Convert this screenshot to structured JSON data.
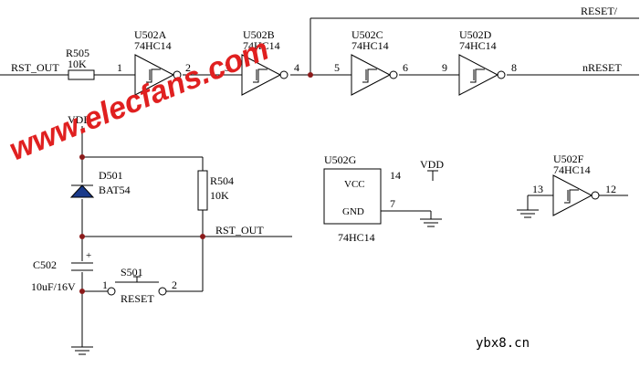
{
  "labels": {
    "rst_out_in": "RST_OUT",
    "rst_out_net": "RST_OUT",
    "reset_bar": "RESET/",
    "nreset": "nRESET",
    "vdd_left": "VDD",
    "vdd_right": "VDD"
  },
  "components": {
    "r505": {
      "ref": "R505",
      "value": "10K"
    },
    "u502a": {
      "ref": "U502A",
      "part": "74HC14",
      "pin_in": "1",
      "pin_out": "2"
    },
    "u502b": {
      "ref": "U502B",
      "part": "74HC14",
      "pin_in": "3",
      "pin_out": "4"
    },
    "u502c": {
      "ref": "U502C",
      "part": "74HC14",
      "pin_in": "5",
      "pin_out": "6"
    },
    "u502d": {
      "ref": "U502D",
      "part": "74HC14",
      "pin_in": "9",
      "pin_out": "8"
    },
    "u502f": {
      "ref": "U502F",
      "part": "74HC14",
      "pin_in": "13",
      "pin_out": "12"
    },
    "u502g": {
      "ref": "U502G",
      "part": "74HC14",
      "vcc": "VCC",
      "gnd": "GND",
      "pin_vcc": "14",
      "pin_gnd": "7"
    },
    "d501": {
      "ref": "D501",
      "value": "BAT54"
    },
    "r504": {
      "ref": "R504",
      "value": "10K"
    },
    "c502": {
      "ref": "C502",
      "value": "10uF/16V",
      "polarity": "+"
    },
    "s501": {
      "ref": "S501",
      "value": "RESET",
      "pin1": "1",
      "pin2": "2"
    }
  },
  "watermark": "www.elecfans.com",
  "site": "ybx8.cn",
  "colors": {
    "wire": "#000000",
    "junction": "#8b1a1a",
    "watermark": "#e02020"
  }
}
